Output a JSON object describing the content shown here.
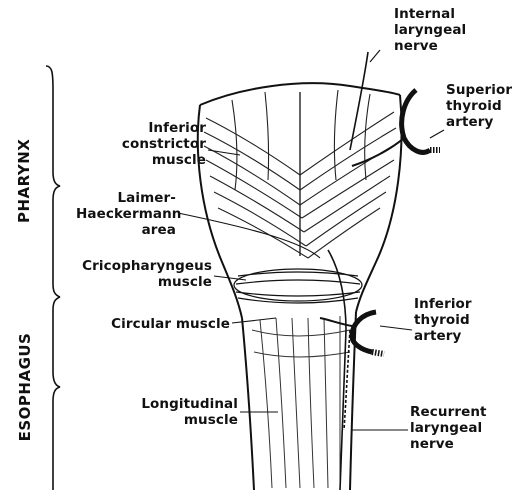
{
  "sections": {
    "pharynx": "PHARYNX",
    "esophagus": "ESOPHAGUS"
  },
  "labels": {
    "internal_laryngeal_nerve": [
      "Internal",
      "laryngeal",
      "nerve"
    ],
    "superior_thyroid_artery": [
      "Superior",
      "thyroid",
      "artery"
    ],
    "inferior_constrictor_muscle": [
      "Inferior",
      "constrictor",
      "muscle"
    ],
    "laimer_haeckermann_area": [
      "Laimer-",
      "Haeckermann",
      "area"
    ],
    "cricopharyngeus_muscle": [
      "Cricopharyngeus",
      "muscle"
    ],
    "circular_muscle": [
      "Circular muscle"
    ],
    "inferior_thyroid_artery": [
      "Inferior",
      "thyroid",
      "artery"
    ],
    "longitudinal_muscle": [
      "Longitudinal",
      "muscle"
    ],
    "recurrent_laryngeal_nerve": [
      "Recurrent",
      "laryngeal",
      "nerve"
    ]
  },
  "colors": {
    "ink": "#111111",
    "paper": "#ffffff",
    "shade": "#6b6b6b"
  }
}
